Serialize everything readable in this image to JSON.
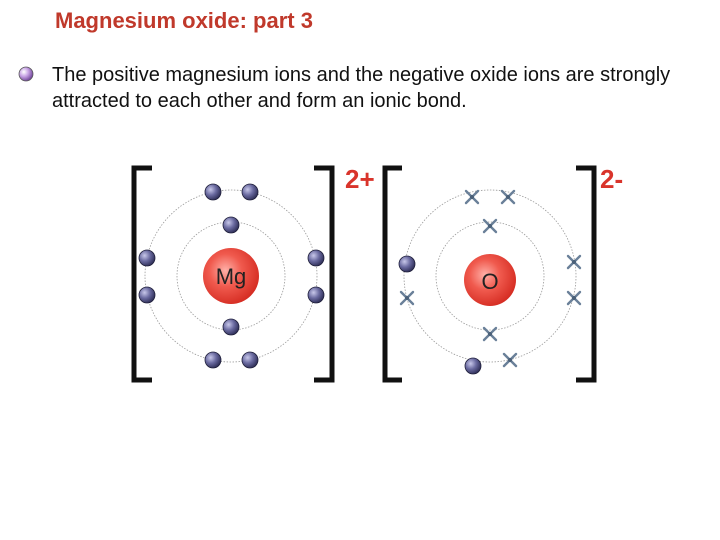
{
  "slide": {
    "title": "Magnesium oxide: part 3",
    "bullet_text": "The positive magnesium ions and the negative oxide ions are strongly attracted to each other and form an ionic bond."
  },
  "diagram": {
    "magnesium_ion": {
      "symbol": "Mg",
      "charge": "2+",
      "shells": [
        {
          "electrons": 2,
          "marker": "dot"
        },
        {
          "electrons": 8,
          "marker": "dot"
        }
      ]
    },
    "oxide_ion": {
      "symbol": "O",
      "charge": "2-",
      "shells": [
        {
          "electrons": 8,
          "own_markers": "cross",
          "gained_markers": "dot",
          "gained_count": 2
        }
      ]
    }
  },
  "colors": {
    "title": "#c0392b",
    "charge": "#d9342b",
    "nucleus": "#e8443a",
    "electron_dot": "#4a4a78",
    "electron_cross": "#6a8099",
    "bracket": "#111111",
    "orbit": "#9a9a9a"
  },
  "icons": {
    "bullet": "bullet-orb-icon",
    "electron_dot": "electron-dot-icon",
    "electron_cross": "electron-cross-icon"
  }
}
